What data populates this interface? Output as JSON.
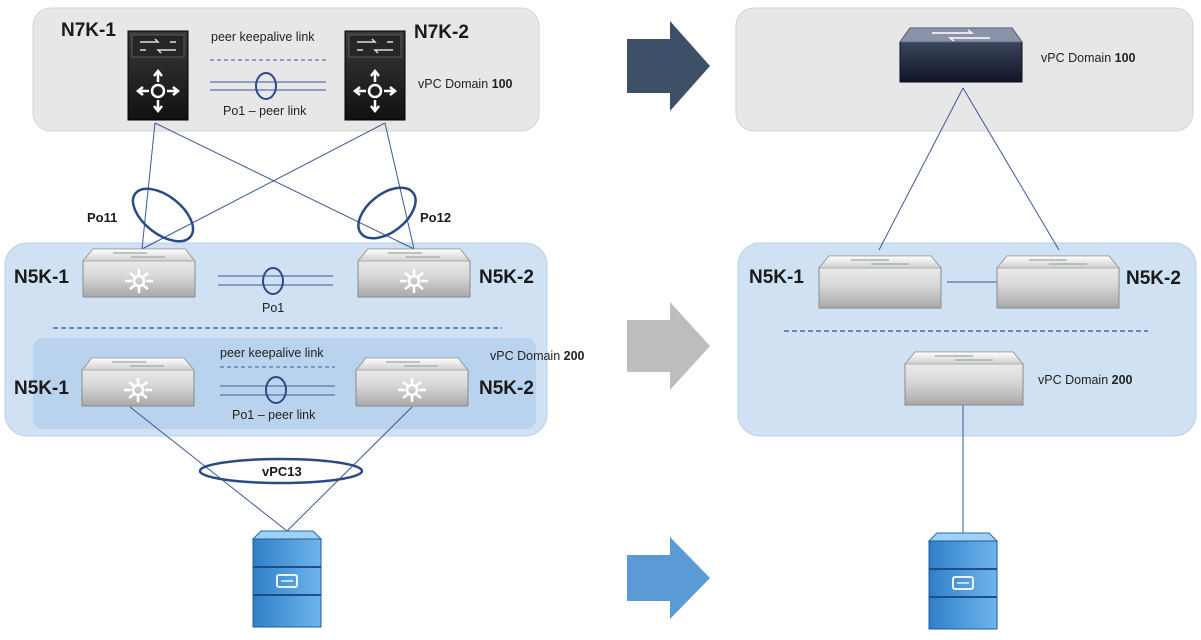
{
  "before": {
    "core": {
      "switch1": "N7K-1",
      "switch2": "N7K-2",
      "keepalive_label": "peer keepalive link",
      "peer_link_label": "Po1 – peer link",
      "domain_prefix": "vPC Domain",
      "domain_number": "100"
    },
    "uplinks": {
      "left": "Po11",
      "right": "Po12"
    },
    "access_top": {
      "switch1": "N5K-1",
      "switch2": "N5K-2",
      "link_label": "Po1"
    },
    "access_bottom": {
      "switch1": "N5K-1",
      "switch2": "N5K-2",
      "keepalive_label": "peer keepalive link",
      "peer_link_label": "Po1 – peer link",
      "domain_prefix": "vPC Domain",
      "domain_number": "200"
    },
    "server_link": "vPC13"
  },
  "after": {
    "core": {
      "domain_prefix": "vPC Domain",
      "domain_number": "100"
    },
    "access": {
      "switch1": "N5K-1",
      "switch2": "N5K-2"
    },
    "access_virtual": {
      "domain_prefix": "vPC Domain",
      "domain_number": "200"
    }
  },
  "colors": {
    "arrow_top": "#3e5068",
    "arrow_middle": "#bdbdbd",
    "arrow_bottom": "#5b9bd5",
    "core_bg": "#e7e7e7",
    "access_bg": "#cfe1f3",
    "link": "#3b5998"
  }
}
